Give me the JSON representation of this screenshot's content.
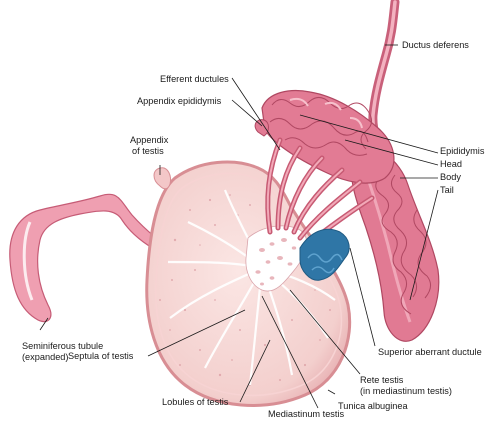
{
  "labels": {
    "ductus_deferens": "Ductus deferens",
    "efferent_ductules": "Efferent ductules",
    "appendix_epididymis": "Appendix epididymis",
    "appendix_of_testis_1": "Appendix",
    "appendix_of_testis_2": "of testis",
    "epididymis": "Epididymis",
    "head": "Head",
    "body": "Body",
    "tail": "Tail",
    "seminiferous_tubule_1": "Seminiferous tubule",
    "seminiferous_tubule_2": "(expanded)",
    "superior_aberrant_ductule": "Superior aberrant ductule",
    "septula_of_testis": "Septula of testis",
    "rete_testis_1": "Rete testis",
    "rete_testis_2": "(in mediastinum testis)",
    "tunica_albuginea": "Tunica albuginea",
    "lobules_of_testis": "Lobules of testis",
    "mediastinum_testis": "Mediastinum testis"
  },
  "colors": {
    "testis_fill": "#f6d8d6",
    "tunica_edge": "#d88e94",
    "septa": "#ffffff",
    "duct_pink": "#e0788f",
    "duct_light": "#f0a6b6",
    "duct_dark": "#b94c66",
    "aberrant_blue": "#2f76a6"
  }
}
